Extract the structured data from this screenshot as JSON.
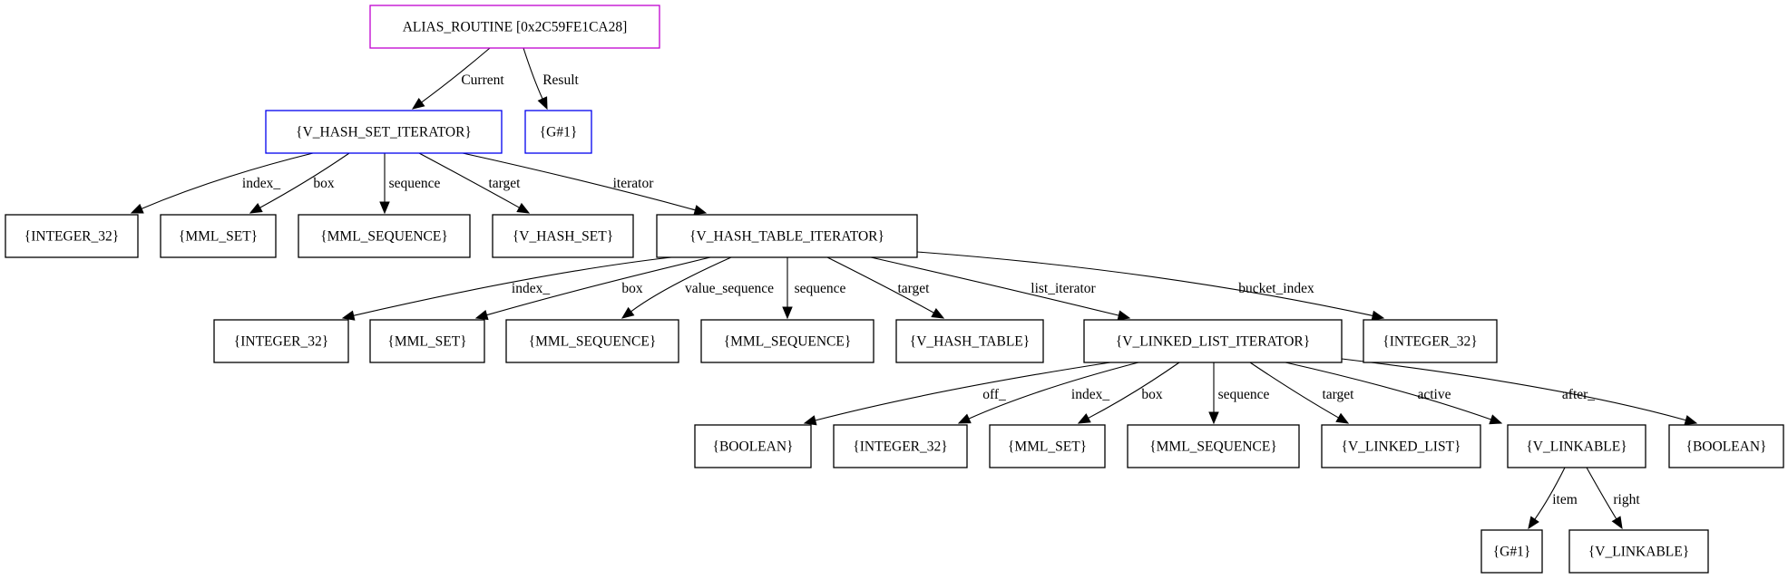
{
  "colors": {
    "root_border": "#c000d0",
    "highlight_border": "#0000ee",
    "default_border": "#000000",
    "text": "#000000"
  },
  "nodes": {
    "alias_routine": {
      "label": "ALIAS_ROUTINE [0x2C59FE1CA28]",
      "border": "root"
    },
    "v_hash_set_iterator": {
      "label": "{V_HASH_SET_ITERATOR}",
      "border": "highlight"
    },
    "g1_result": {
      "label": "{G#1}",
      "border": "highlight"
    },
    "integer_32_a": {
      "label": "{INTEGER_32}",
      "border": "default"
    },
    "mml_set_a": {
      "label": "{MML_SET}",
      "border": "default"
    },
    "mml_sequence_a": {
      "label": "{MML_SEQUENCE}",
      "border": "default"
    },
    "v_hash_set": {
      "label": "{V_HASH_SET}",
      "border": "default"
    },
    "v_hash_table_iterator": {
      "label": "{V_HASH_TABLE_ITERATOR}",
      "border": "default"
    },
    "integer_32_b": {
      "label": "{INTEGER_32}",
      "border": "default"
    },
    "mml_set_b": {
      "label": "{MML_SET}",
      "border": "default"
    },
    "mml_sequence_b": {
      "label": "{MML_SEQUENCE}",
      "border": "default"
    },
    "mml_sequence_c": {
      "label": "{MML_SEQUENCE}",
      "border": "default"
    },
    "v_hash_table": {
      "label": "{V_HASH_TABLE}",
      "border": "default"
    },
    "v_linked_list_iterator": {
      "label": "{V_LINKED_LIST_ITERATOR}",
      "border": "default"
    },
    "integer_32_c": {
      "label": "{INTEGER_32}",
      "border": "default"
    },
    "boolean_a": {
      "label": "{BOOLEAN}",
      "border": "default"
    },
    "integer_32_d": {
      "label": "{INTEGER_32}",
      "border": "default"
    },
    "mml_set_c": {
      "label": "{MML_SET}",
      "border": "default"
    },
    "mml_sequence_d": {
      "label": "{MML_SEQUENCE}",
      "border": "default"
    },
    "v_linked_list": {
      "label": "{V_LINKED_LIST}",
      "border": "default"
    },
    "v_linkable": {
      "label": "{V_LINKABLE}",
      "border": "default"
    },
    "boolean_b": {
      "label": "{BOOLEAN}",
      "border": "default"
    },
    "g1_item": {
      "label": "{G#1}",
      "border": "default"
    },
    "v_linkable_right": {
      "label": "{V_LINKABLE}",
      "border": "default"
    }
  },
  "edges": [
    {
      "from": "alias_routine",
      "to": "v_hash_set_iterator",
      "label": "Current"
    },
    {
      "from": "alias_routine",
      "to": "g1_result",
      "label": "Result"
    },
    {
      "from": "v_hash_set_iterator",
      "to": "integer_32_a",
      "label": "index_"
    },
    {
      "from": "v_hash_set_iterator",
      "to": "mml_set_a",
      "label": "box"
    },
    {
      "from": "v_hash_set_iterator",
      "to": "mml_sequence_a",
      "label": "sequence"
    },
    {
      "from": "v_hash_set_iterator",
      "to": "v_hash_set",
      "label": "target"
    },
    {
      "from": "v_hash_set_iterator",
      "to": "v_hash_table_iterator",
      "label": "iterator"
    },
    {
      "from": "v_hash_table_iterator",
      "to": "integer_32_b",
      "label": "index_"
    },
    {
      "from": "v_hash_table_iterator",
      "to": "mml_set_b",
      "label": "box"
    },
    {
      "from": "v_hash_table_iterator",
      "to": "mml_sequence_b",
      "label": "value_sequence"
    },
    {
      "from": "v_hash_table_iterator",
      "to": "mml_sequence_c",
      "label": "sequence"
    },
    {
      "from": "v_hash_table_iterator",
      "to": "v_hash_table",
      "label": "target"
    },
    {
      "from": "v_hash_table_iterator",
      "to": "v_linked_list_iterator",
      "label": "list_iterator"
    },
    {
      "from": "v_hash_table_iterator",
      "to": "integer_32_c",
      "label": "bucket_index"
    },
    {
      "from": "v_linked_list_iterator",
      "to": "boolean_a",
      "label": "off_"
    },
    {
      "from": "v_linked_list_iterator",
      "to": "integer_32_d",
      "label": "index_"
    },
    {
      "from": "v_linked_list_iterator",
      "to": "mml_set_c",
      "label": "box"
    },
    {
      "from": "v_linked_list_iterator",
      "to": "mml_sequence_d",
      "label": "sequence"
    },
    {
      "from": "v_linked_list_iterator",
      "to": "v_linked_list",
      "label": "target"
    },
    {
      "from": "v_linked_list_iterator",
      "to": "v_linkable",
      "label": "active"
    },
    {
      "from": "v_linked_list_iterator",
      "to": "boolean_b",
      "label": "after_"
    },
    {
      "from": "v_linkable",
      "to": "g1_item",
      "label": "item"
    },
    {
      "from": "v_linkable",
      "to": "v_linkable_right",
      "label": "right"
    }
  ]
}
